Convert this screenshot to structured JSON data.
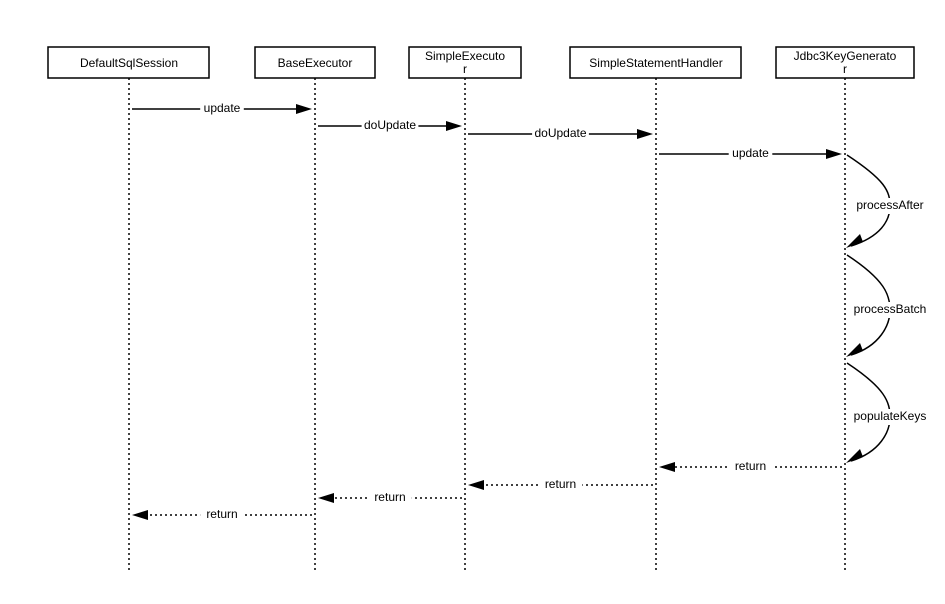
{
  "participants": [
    {
      "id": "p0",
      "label_lines": [
        "DefaultSqlSession"
      ]
    },
    {
      "id": "p1",
      "label_lines": [
        "BaseExecutor"
      ]
    },
    {
      "id": "p2",
      "label_lines": [
        "SimpleExecuto",
        "r"
      ]
    },
    {
      "id": "p3",
      "label_lines": [
        "SimpleStatementHandler"
      ]
    },
    {
      "id": "p4",
      "label_lines": [
        "Jdbc3KeyGenerato",
        "r"
      ]
    }
  ],
  "messages": [
    {
      "from": 0,
      "to": 1,
      "label": "update",
      "style": "solid"
    },
    {
      "from": 1,
      "to": 2,
      "label": "doUpdate",
      "style": "solid"
    },
    {
      "from": 2,
      "to": 3,
      "label": "doUpdate",
      "style": "solid"
    },
    {
      "from": 3,
      "to": 4,
      "label": "update",
      "style": "solid"
    },
    {
      "from": 4,
      "to": 4,
      "label": "processAfter",
      "style": "self"
    },
    {
      "from": 4,
      "to": 4,
      "label": "processBatch",
      "style": "self"
    },
    {
      "from": 4,
      "to": 4,
      "label": "populateKeys",
      "style": "self"
    },
    {
      "from": 4,
      "to": 3,
      "label": "return",
      "style": "dotted"
    },
    {
      "from": 3,
      "to": 2,
      "label": "return",
      "style": "dotted"
    },
    {
      "from": 2,
      "to": 1,
      "label": "return",
      "style": "dotted"
    },
    {
      "from": 1,
      "to": 0,
      "label": "return",
      "style": "dotted"
    }
  ]
}
